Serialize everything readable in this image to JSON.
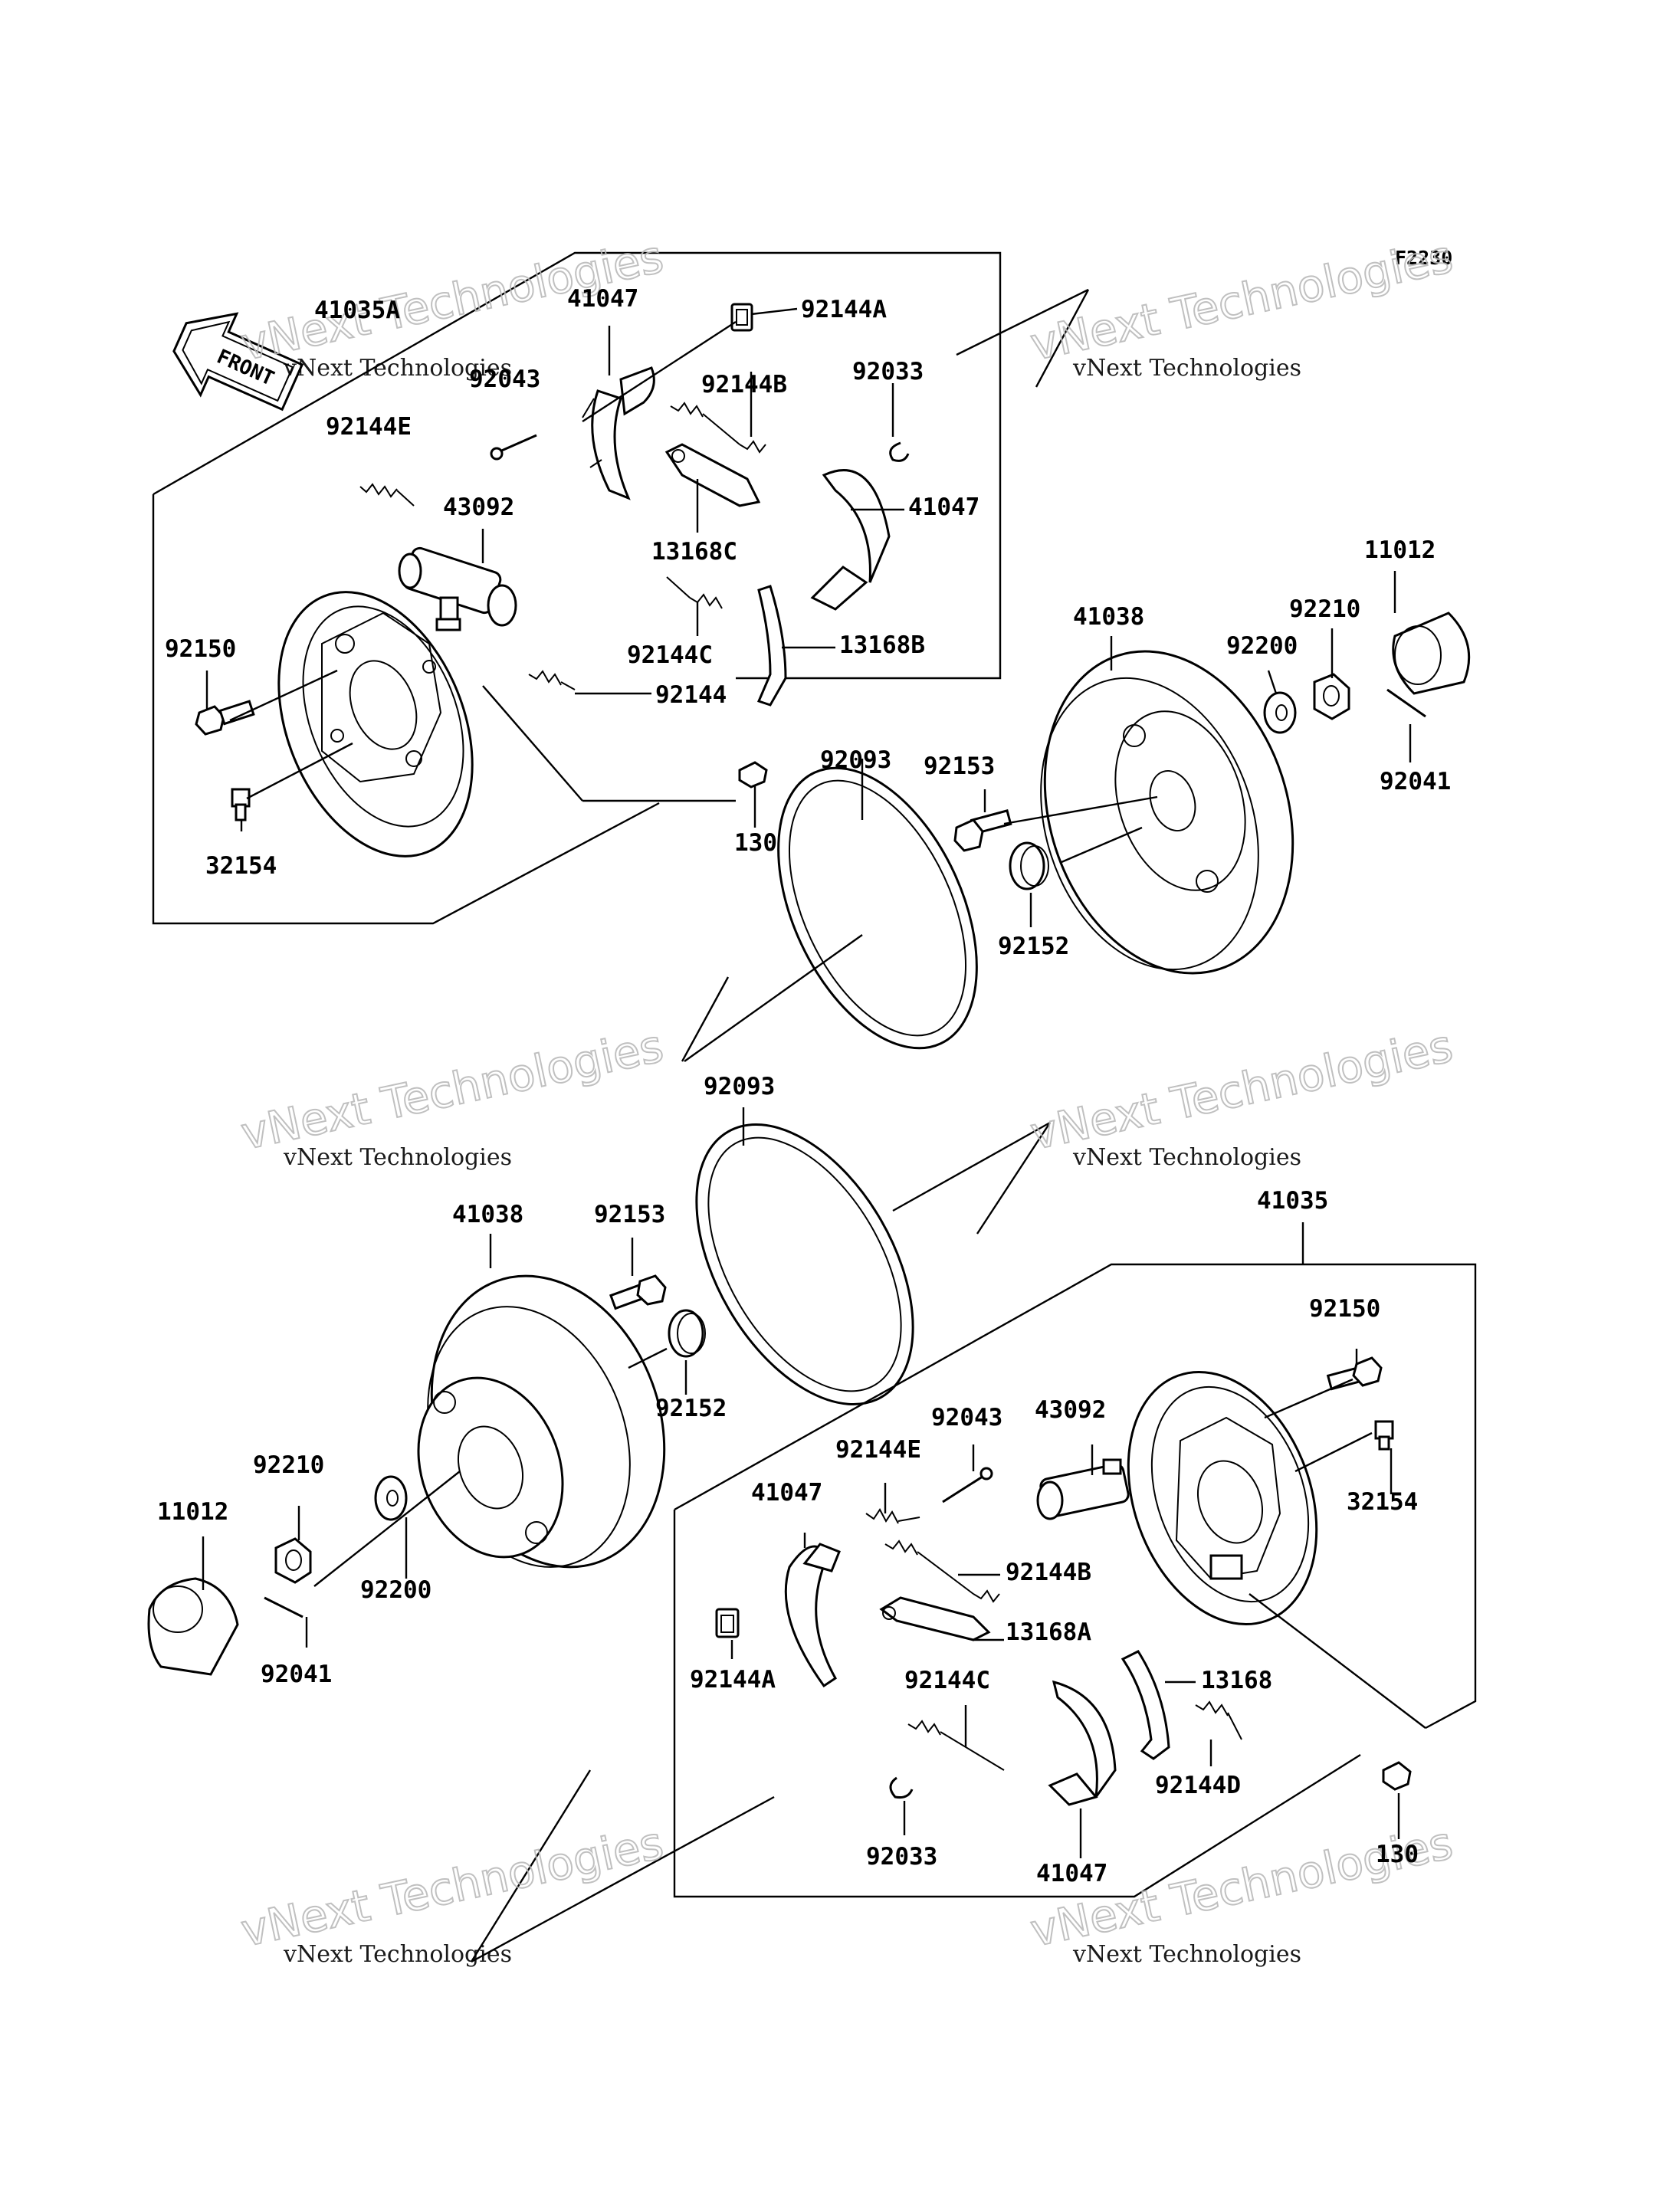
{
  "diagram": {
    "code": "F2230",
    "front_label": "FRONT",
    "watermark": {
      "line1": "vNext Technologies",
      "line2": "vNext Technologies"
    },
    "labels": {
      "p41035A": "41035A",
      "p41047_a": "41047",
      "p92144A_a": "92144A",
      "p92043_a": "92043",
      "p92144E_a": "92144E",
      "p92144B_a": "92144B",
      "p92033_a": "92033",
      "p43092_a": "43092",
      "p13168C": "13168C",
      "p41047_b": "41047",
      "p92150_a": "92150",
      "p92144C_a": "92144C",
      "p13168B": "13168B",
      "p92144": "92144",
      "p32154_a": "32154",
      "p130_a": "130",
      "p92093_a": "92093",
      "p92153_a": "92153",
      "p41038_a": "41038",
      "p92200_a": "92200",
      "p92210_a": "92210",
      "p11012_a": "11012",
      "p92041_a": "92041",
      "p92152_a": "92152",
      "p92093_b": "92093",
      "p41038_b": "41038",
      "p92153_b": "92153",
      "p92152_b": "92152",
      "p41035": "41035",
      "p92150_b": "92150",
      "p92043_b": "92043",
      "p43092_b": "43092",
      "p32154_b": "32154",
      "p92144E_b": "92144E",
      "p41047_c": "41047",
      "p92210_b": "92210",
      "p11012_b": "11012",
      "p92200_b": "92200",
      "p92041_b": "92041",
      "p92144B_b": "92144B",
      "p13168A": "13168A",
      "p92144A_b": "92144A",
      "p92144C_b": "92144C",
      "p13168": "13168",
      "p92144D": "92144D",
      "p92033_b": "92033",
      "p41047_d": "41047",
      "p130_b": "130"
    }
  }
}
